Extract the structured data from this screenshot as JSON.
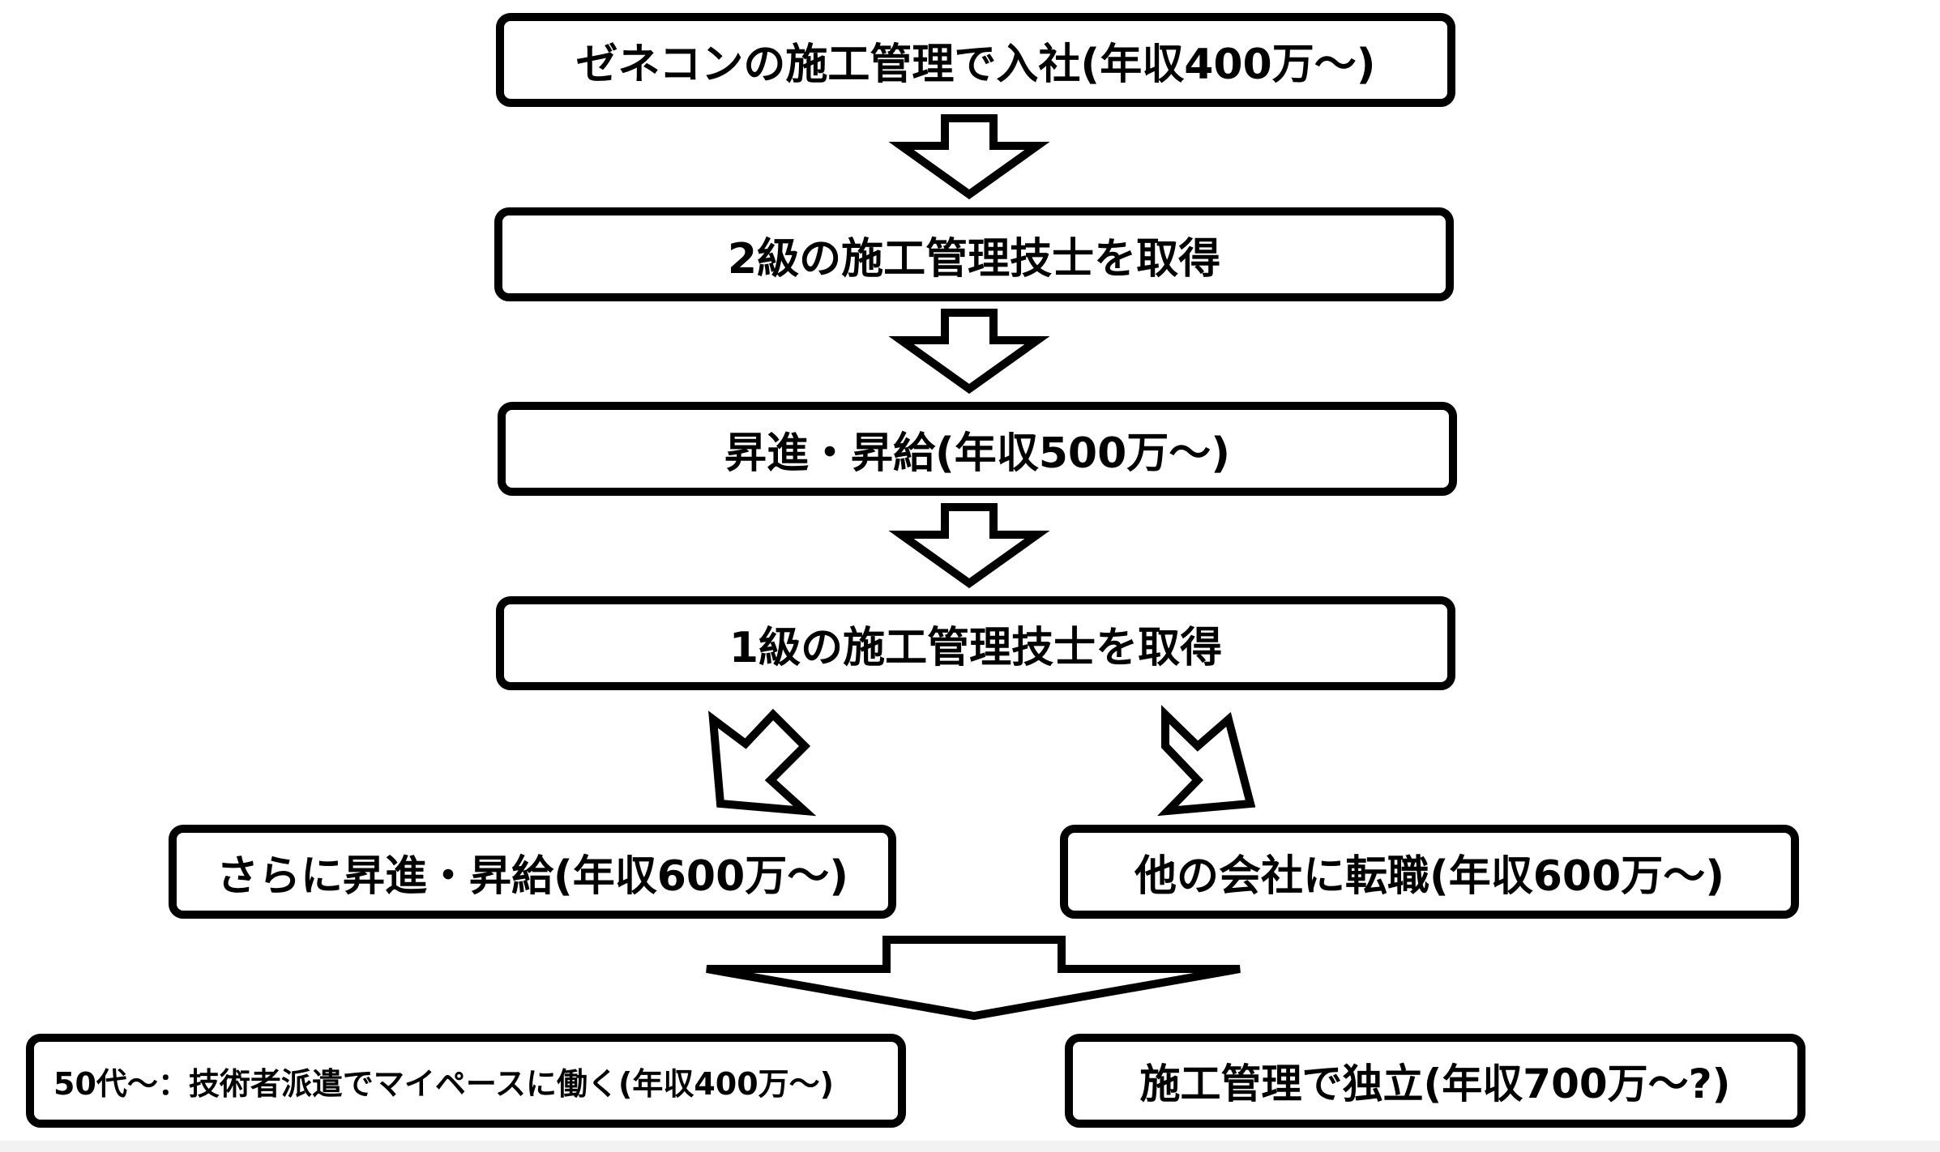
{
  "boxes": {
    "step1": "ゼネコンの施工管理で入社(年収400万〜)",
    "step2": "2級の施工管理技士を取得",
    "step3": "昇進・昇給(年収500万〜)",
    "step4": "1級の施工管理技士を取得",
    "branch_left": "さらに昇進・昇給(年収600万〜)",
    "branch_right": "他の会社に転職(年収600万〜)",
    "outcome_left": "50代〜：技術者派遣でマイペースに働く(年収400万〜)",
    "outcome_right": "施工管理で独立(年収700万〜?)"
  },
  "colors": {
    "stroke": "#000000",
    "fill": "#ffffff"
  },
  "icons": {
    "arrow_down": "down-arrow-icon",
    "arrow_down_left": "down-left-arrow-icon",
    "arrow_down_right": "down-right-arrow-icon",
    "arrow_merge": "merge-arrow-icon"
  }
}
